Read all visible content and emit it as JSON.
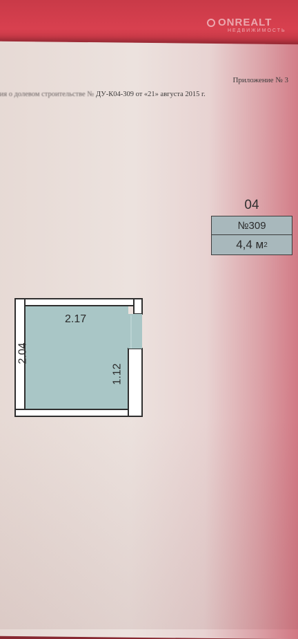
{
  "watermark": {
    "brand": "ONREALT",
    "sub": "НЕДВИЖИМОСТЬ"
  },
  "document": {
    "appendix": "Приложение № 3",
    "contract_blurred": "ния о долевом строительстве № ",
    "contract_text": "ДУ-К04-309  от  «21»  августа 2015 г."
  },
  "unit": {
    "floor": "04",
    "number": "№309",
    "area_value": "4,4 м",
    "area_sup": "2"
  },
  "plan": {
    "width_label": "2.17",
    "height_label": "2.04",
    "opening_label": "1.12",
    "fill_color": "#a9c6c6",
    "wall_color": "#2e2e2e"
  },
  "colors": {
    "folder_red": "#d8404f",
    "paper": "#ece2de"
  }
}
